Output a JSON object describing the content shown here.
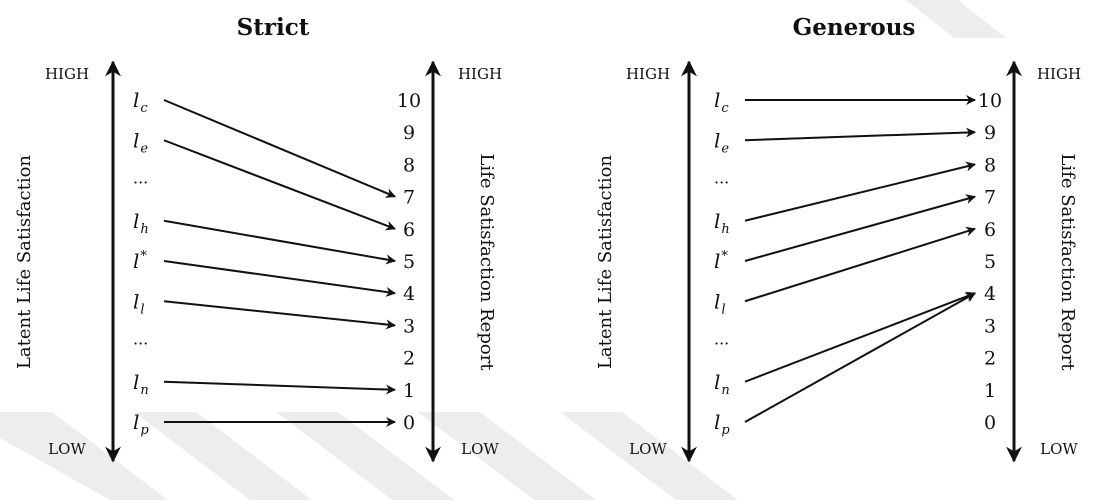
{
  "panels": [
    {
      "id": "strict",
      "title": "Strict",
      "left_axis": {
        "label": "Latent Life Satisfaction",
        "high_label": "HIGH",
        "low_label": "LOW"
      },
      "right_axis": {
        "label": "Life Satisfaction Report",
        "high_label": "HIGH",
        "low_label": "LOW"
      },
      "latent_levels": [
        {
          "base": "l",
          "sub": "c"
        },
        {
          "base": "l",
          "sub": "e"
        },
        {
          "base": "..."
        },
        {
          "base": "l",
          "sub": "h"
        },
        {
          "base": "l",
          "sup": "*"
        },
        {
          "base": "l",
          "sub": "l"
        },
        {
          "base": "..."
        },
        {
          "base": "l",
          "sub": "n"
        },
        {
          "base": "l",
          "sub": "p"
        }
      ],
      "scores": [
        "10",
        "9",
        "8",
        "7",
        "6",
        "5",
        "4",
        "3",
        "2",
        "1",
        "0"
      ],
      "mappings": [
        {
          "from": 0,
          "to": "7"
        },
        {
          "from": 1,
          "to": "6"
        },
        {
          "from": 3,
          "to": "5"
        },
        {
          "from": 4,
          "to": "4"
        },
        {
          "from": 5,
          "to": "3"
        },
        {
          "from": 7,
          "to": "1"
        },
        {
          "from": 8,
          "to": "0"
        }
      ]
    },
    {
      "id": "generous",
      "title": "Generous",
      "left_axis": {
        "label": "Latent Life Satisfaction",
        "high_label": "HIGH",
        "low_label": "LOW"
      },
      "right_axis": {
        "label": "Life Satisfaction Report",
        "high_label": "HIGH",
        "low_label": "LOW"
      },
      "latent_levels": [
        {
          "base": "l",
          "sub": "c"
        },
        {
          "base": "l",
          "sub": "e"
        },
        {
          "base": "..."
        },
        {
          "base": "l",
          "sub": "h"
        },
        {
          "base": "l",
          "sup": "*"
        },
        {
          "base": "l",
          "sub": "l"
        },
        {
          "base": "..."
        },
        {
          "base": "l",
          "sub": "n"
        },
        {
          "base": "l",
          "sub": "p"
        }
      ],
      "scores": [
        "10",
        "9",
        "8",
        "7",
        "6",
        "5",
        "4",
        "3",
        "2",
        "1",
        "0"
      ],
      "mappings": [
        {
          "from": 0,
          "to": "10"
        },
        {
          "from": 1,
          "to": "9"
        },
        {
          "from": 3,
          "to": "8"
        },
        {
          "from": 4,
          "to": "7"
        },
        {
          "from": 5,
          "to": "6"
        },
        {
          "from": 7,
          "to": "4"
        },
        {
          "from": 8,
          "to": "4"
        }
      ]
    }
  ],
  "colors": {
    "ink": "#111111",
    "background": "#ffffff",
    "watermark": "#ededed"
  }
}
